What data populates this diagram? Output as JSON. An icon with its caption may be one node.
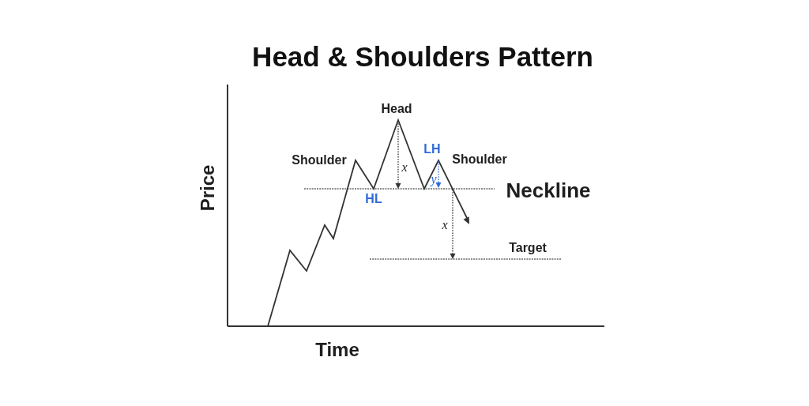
{
  "diagram": {
    "title": "Head & Shoulders Pattern",
    "labels": [
      "Head",
      "LH",
      "Shoulder",
      "Shoulder",
      "x",
      "y",
      "Price",
      "Neckline",
      "HL",
      "x",
      "Target",
      "Time"
    ]
  }
}
